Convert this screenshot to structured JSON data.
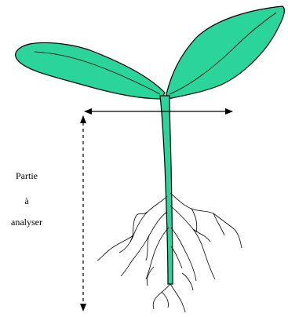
{
  "diagram": {
    "label_lines": [
      "Partie",
      "à",
      "analyser"
    ],
    "colors": {
      "plant_fill": "#2ad49a",
      "outline": "#000000",
      "background": "#ffffff"
    }
  }
}
